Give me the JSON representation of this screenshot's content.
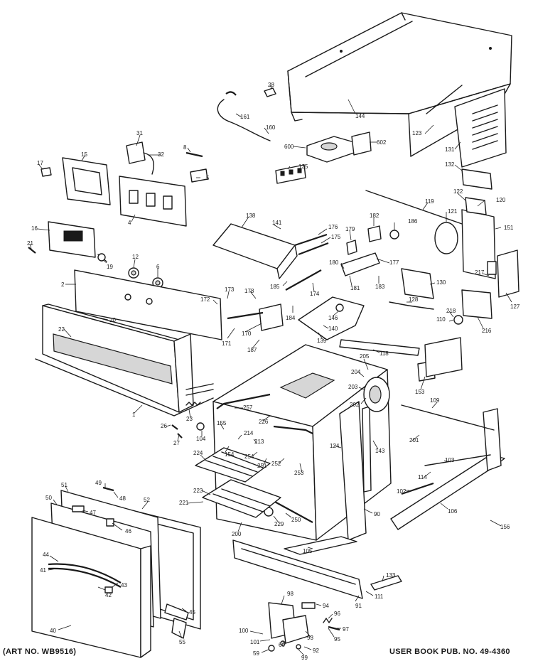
{
  "captions": {
    "art_no": "(ART NO. WB9516)",
    "book_pub": "USER BOOK PUB. NO. 49-4360"
  },
  "callouts": {
    "c144": "144",
    "c123": "123",
    "c131": "131",
    "c132": "132",
    "c28": "28",
    "c161": "161",
    "c160": "160",
    "c600": "600",
    "c602": "602",
    "c135": "135",
    "c31": "31",
    "c32": "32",
    "c8": "8",
    "c5": "5",
    "c4": "4",
    "c15": "15",
    "c17": "17",
    "c16": "16",
    "c21": "21",
    "c19": "19",
    "c12": "12",
    "c6": "6",
    "c2": "2",
    "c20": "20",
    "c22": "22",
    "c1": "1",
    "c138": "138",
    "c141": "141",
    "c176": "176",
    "c175": "175",
    "c179": "179",
    "c182": "182",
    "c186": "186",
    "c119": "119",
    "c122": "122",
    "c121": "121",
    "c120": "120",
    "c151": "151",
    "c177": "177",
    "c180": "180",
    "c181": "181",
    "c183": "183",
    "c185": "185",
    "c174": "174",
    "c172": "172",
    "c173": "173",
    "c178": "178",
    "c184": "184",
    "c146": "146",
    "c140": "140",
    "c139": "139",
    "c171": "171",
    "c170": "170",
    "c187": "187",
    "c130": "130",
    "c128": "128",
    "c217": "217",
    "c127": "127",
    "c218": "218",
    "c110": "110",
    "c216": "216",
    "c118": "118",
    "c205": "205",
    "c204": "204",
    "c203": "203",
    "c202": "202",
    "c153": "153",
    "c109": "109",
    "c257": "257",
    "c226": "226",
    "c155": "155",
    "c214": "214",
    "c213": "213",
    "c154": "154",
    "c254": "254",
    "c251": "251",
    "c252": "252",
    "c253": "253",
    "c124": "124",
    "c143": "143",
    "c201": "201",
    "c114": "114",
    "c103": "103",
    "c102": "102",
    "c106": "106",
    "c156": "156",
    "c224": "224",
    "c223": "223",
    "c221": "221",
    "c200": "200",
    "c229": "229",
    "c250": "250",
    "c90": "90",
    "c105": "105",
    "c26": "26",
    "c23": "23",
    "c27": "27",
    "c104": "104",
    "c49": "49",
    "c48": "48",
    "c51": "51",
    "c50": "50",
    "c47": "47",
    "c52": "52",
    "c46": "46",
    "c44": "44",
    "c41": "41",
    "c43": "43",
    "c42": "42",
    "c40": "40",
    "c45": "45",
    "c55": "55",
    "c133": "133",
    "c111": "111",
    "c91": "91",
    "c98": "98",
    "c94": "94",
    "c96": "96",
    "c97": "97",
    "c95": "95",
    "c93": "93",
    "c100": "100",
    "c101": "101",
    "c60": "60",
    "c92": "92",
    "c59": "59",
    "c99": "99"
  }
}
